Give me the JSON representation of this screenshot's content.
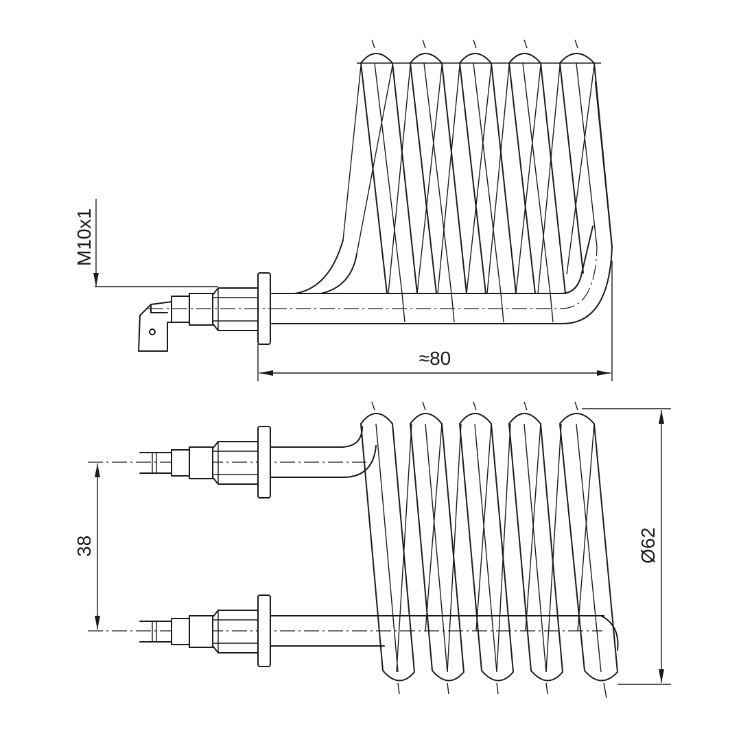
{
  "drawing": {
    "dimensions": {
      "thread": "M10x1",
      "length": "≈80",
      "spacing": "38",
      "diameter": "Ø62"
    }
  },
  "colors": {
    "line": "#1a1a1a",
    "background": "#ffffff"
  }
}
